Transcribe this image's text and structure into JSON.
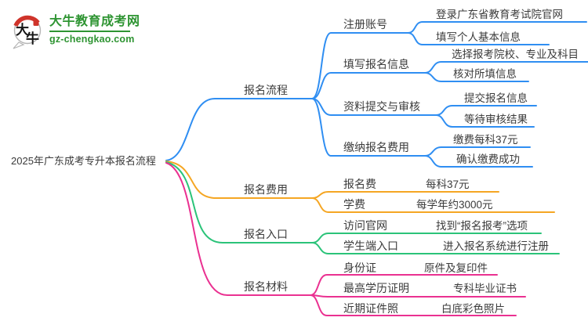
{
  "logo": {
    "title": "大牛教育成考网",
    "domain": "gz-chengkao.com",
    "brand_color": "#2e9432",
    "icon_char_top": "大",
    "icon_char_bottom": "牛",
    "icon_red": "#cf342b"
  },
  "root": {
    "label": "2025年广东成考专升本报名流程"
  },
  "text_color": "#3b3b3b",
  "branches": [
    {
      "label": "报名流程",
      "color": "#2f8ef2",
      "children": [
        {
          "label": "注册账号",
          "children": [
            {
              "label": "登录广东省教育考试院官网"
            },
            {
              "label": "填写个人基本信息"
            }
          ]
        },
        {
          "label": "填写报名信息",
          "children": [
            {
              "label": "选择报考院校、专业及科目"
            },
            {
              "label": "核对所填信息"
            }
          ]
        },
        {
          "label": "资料提交与审核",
          "children": [
            {
              "label": "提交报名信息"
            },
            {
              "label": "等待审核结果"
            }
          ]
        },
        {
          "label": "缴纳报名费用",
          "children": [
            {
              "label": "缴费每科37元"
            },
            {
              "label": "确认缴费成功"
            }
          ]
        }
      ]
    },
    {
      "label": "报名费用",
      "color": "#f5a623",
      "children": [
        {
          "label": "报名费",
          "children": [
            {
              "label": "每科37元"
            }
          ]
        },
        {
          "label": "学费",
          "children": [
            {
              "label": "每学年约3000元"
            }
          ]
        }
      ]
    },
    {
      "label": "报名入口",
      "color": "#2bc379",
      "children": [
        {
          "label": "访问官网",
          "children": [
            {
              "label": "找到“报名报考”选项"
            }
          ]
        },
        {
          "label": "学生端入口",
          "children": [
            {
              "label": "进入报名系统进行注册"
            }
          ]
        }
      ]
    },
    {
      "label": "报名材料",
      "color": "#ea3191",
      "children": [
        {
          "label": "身份证",
          "children": [
            {
              "label": "原件及复印件"
            }
          ]
        },
        {
          "label": "最高学历证明",
          "children": [
            {
              "label": "专科毕业证书"
            }
          ]
        },
        {
          "label": "近期证件照",
          "children": [
            {
              "label": "白底彩色照片"
            }
          ]
        }
      ]
    }
  ]
}
